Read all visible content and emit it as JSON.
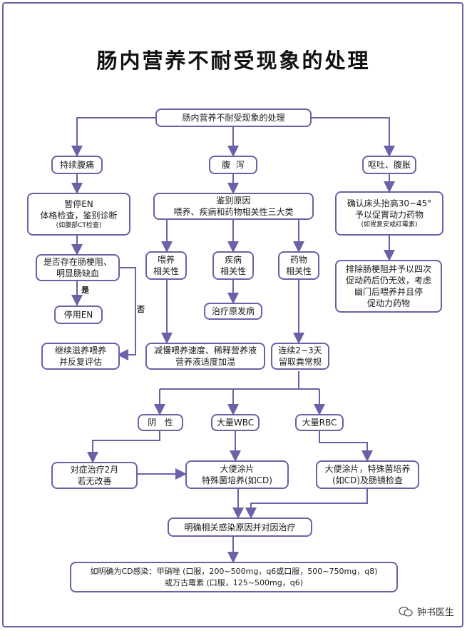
{
  "title": "肠内营养不耐受现象的处理",
  "root": "肠内营养不耐受现象的处理",
  "branches": {
    "left": "持续腹痛",
    "middle": "腹  泻",
    "right": "呕吐、腹胀"
  },
  "left_col": {
    "stop_en": {
      "line1": "暂停EN",
      "line2": "体格检查，鉴别诊断",
      "note": "(如腹部CT检查)"
    },
    "question": {
      "line1": "是否存在肠梗阻、",
      "line2": "明显肠缺血"
    },
    "yes_label": "是",
    "no_label": "否",
    "stop": "停用EN",
    "continue": {
      "line1": "继续滋养喂养",
      "line2": "并反复评估"
    }
  },
  "middle_col": {
    "identify": {
      "line1": "鉴别原因",
      "line2": "喂养、疾病和药物相关性三大类"
    },
    "feeding": {
      "line1": "喂养",
      "line2": "相关性"
    },
    "disease": {
      "line1": "疾病",
      "line2": "相关性"
    },
    "drug": {
      "line1": "药物",
      "line2": "相关性"
    },
    "treat_primary": "治疗原发病",
    "slow": {
      "line1": "减慢喂养速度、稀释营养液",
      "line2": "营养液适度加温"
    },
    "continue_days": {
      "line1": "连续2~3天",
      "line2": "留取粪常规"
    }
  },
  "right_col": {
    "confirm": {
      "line1": "确认床头抬高30~45°",
      "line2": "予以促胃动力药物",
      "note": "(如胃复安或红霉素)"
    },
    "exclude": {
      "line1": "排除肠梗阻并予以四次",
      "line2": "促动药后仍无效，考虑",
      "line3": "幽门后喂养并且停",
      "line4": "促动力药物"
    }
  },
  "stool": {
    "negative": "阴   性",
    "wbc": "大量WBC",
    "rbc": "大量RBC",
    "symptomatic": {
      "line1": "对症治疗2月",
      "line2": "若无改善"
    },
    "smear": {
      "line1": "大便涂片",
      "line2": "特殊菌培养(如CD)"
    },
    "smear_rbc": {
      "line1": "大便涂片，特殊菌培养",
      "line2": "(如CD)及肠镜检查"
    },
    "identify_infection": "明确相关感染原因并对因治疗",
    "cd": {
      "line1": "如明确为CD感染：甲硝唑 (口服，200~500mg，q6或口服，500~750mg，q8)",
      "line2": "或万古霉素 (口服，125~500mg，q6)"
    }
  },
  "watermark": "钟书医生",
  "colors": {
    "line": "#6f5fa6",
    "border": "#6f5fa6"
  }
}
